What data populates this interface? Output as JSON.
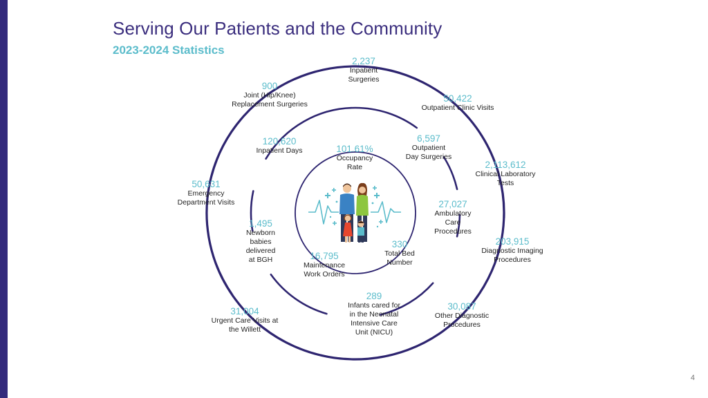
{
  "title": "Serving Our Patients and the Community",
  "subtitle": "2023-2024 Statistics",
  "page_number": "4",
  "colors": {
    "accent_dark": "#332a7c",
    "accent_teal": "#5bbccb",
    "ring": "#2e2570"
  },
  "icon": "family-heartbeat-illustration",
  "stats": {
    "inpatient_surgeries": {
      "value": "2,237",
      "label": "Inpatient\nSurgeries"
    },
    "outpatient_clinic_visits": {
      "value": "50,422",
      "label": "Outpatient Clinic Visits"
    },
    "clinical_laboratory_tests": {
      "value": "2,113,612",
      "label": "Clinical Laboratory\nTests"
    },
    "diagnostic_imaging": {
      "value": "203,915",
      "label": "Diagnostic Imaging\nProcedures"
    },
    "other_diagnostic": {
      "value": "30,087",
      "label": "Other Diagnostic\nProcedures"
    },
    "urgent_care": {
      "value": "31,004",
      "label": "Urgent Care Visits at\nthe Willett"
    },
    "emergency_visits": {
      "value": "50,631",
      "label": "Emergency\nDepartment Visits"
    },
    "joint_replacement": {
      "value": "900",
      "label": "Joint (Hip/Knee)\nReplacement Surgeries"
    },
    "inpatient_days": {
      "value": "120,620",
      "label": "Inpatient Days"
    },
    "outpatient_day_surgeries": {
      "value": "6,597",
      "label": "Outpatient\nDay Surgeries"
    },
    "ambulatory_care": {
      "value": "27,027",
      "label": "Ambulatory\nCare\nProcedures"
    },
    "nicu": {
      "value": "289",
      "label": "Infants cared for\nin the Neonatal\nIntensive Care\nUnit (NICU)"
    },
    "newborn": {
      "value": "1,495",
      "label": "Newborn\nbabies\ndelivered\nat BGH"
    },
    "occupancy": {
      "value": "101.61%",
      "label": "Occupancy\nRate"
    },
    "total_beds": {
      "value": "330",
      "label": "Total Bed\nNumber"
    },
    "maintenance": {
      "value": "16,795",
      "label": "Maintenance\nWork Orders"
    }
  }
}
